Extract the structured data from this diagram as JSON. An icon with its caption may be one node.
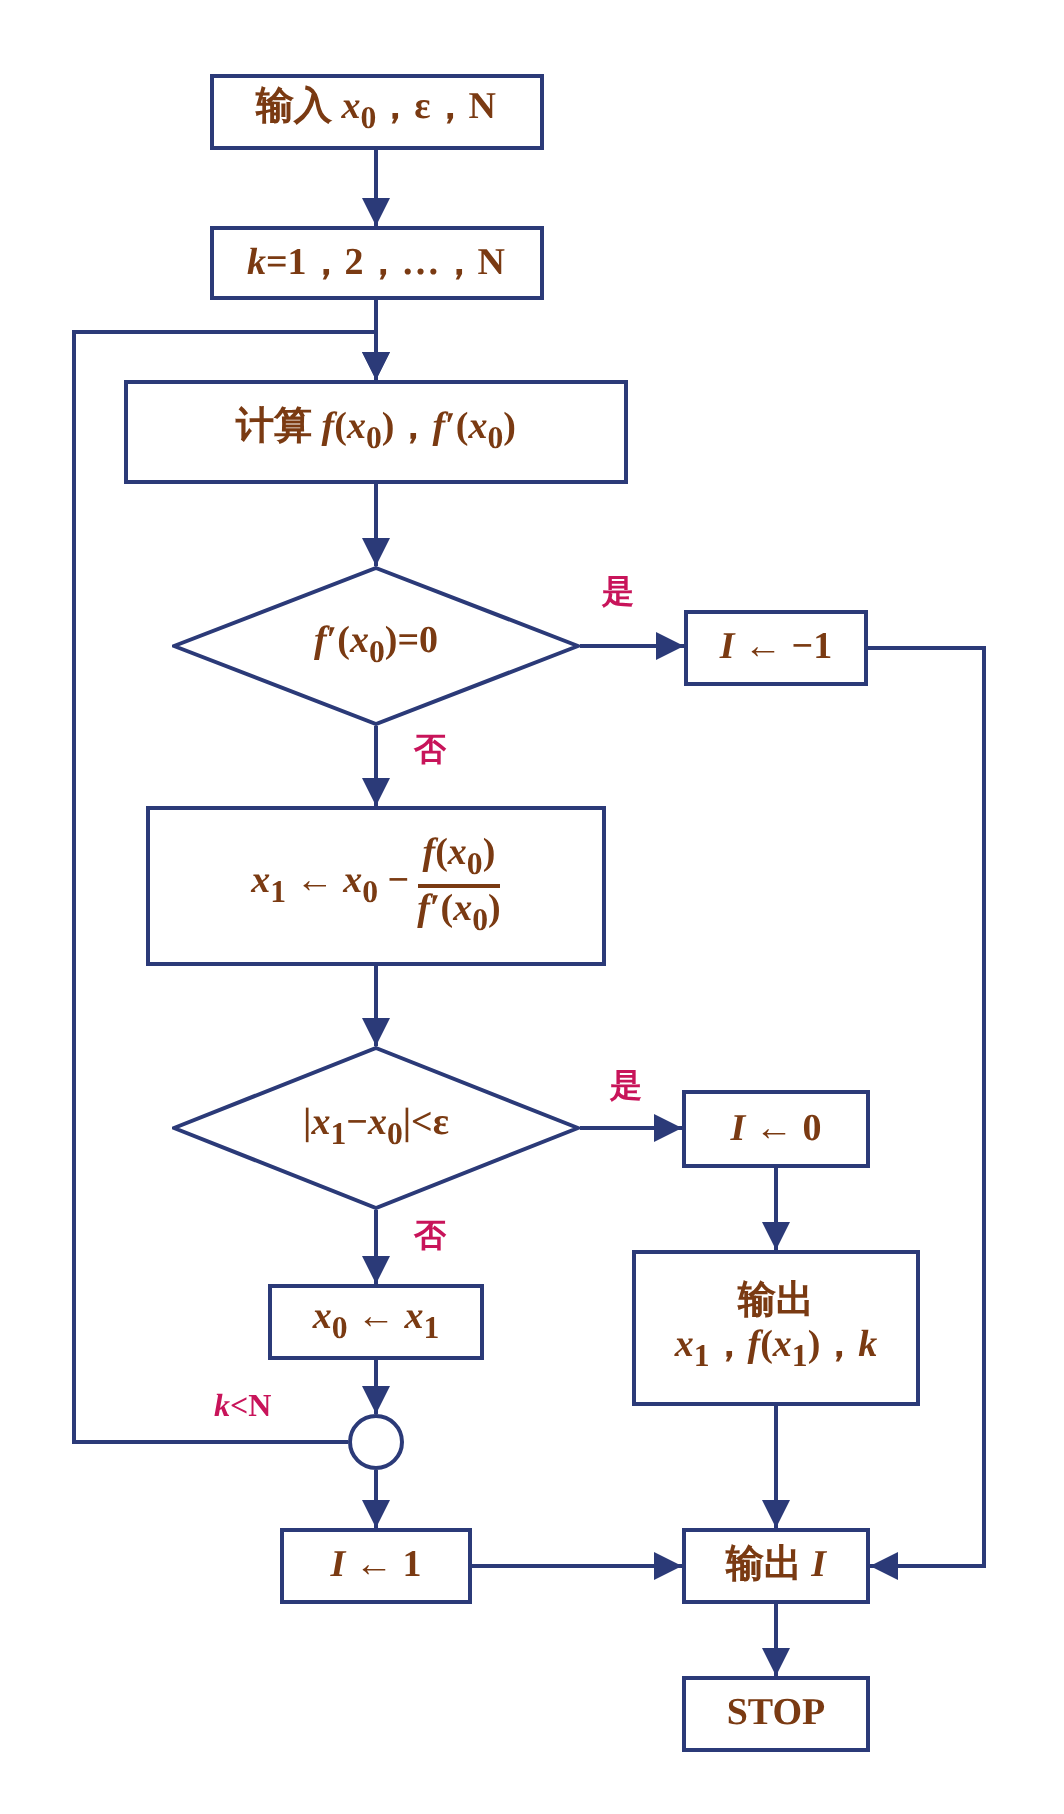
{
  "diagram": {
    "nodes": [
      {
        "text": [
          "输入 *x*$_{0}$，ε，N"
        ]
      },
      {
        "text": [
          "*k*=1，2，…，N"
        ]
      },
      {
        "text": [
          "计算 *f*(*x*$_{0}$)，*f*′(*x*$_{0}$)"
        ]
      },
      {
        "text": [
          "*f*′(*x*$_{0}$)=0"
        ]
      },
      {
        "text": [
          "*I* ← −1"
        ]
      },
      {
        "text": [
          "*x*$_{1}$ ← *x*$_{0}$ −",
          "*f*(*x*$_{0}$)",
          "*f*′(*x*$_{0}$)"
        ]
      },
      {
        "text": [
          "|*x*$_{1}$−*x*$_{0}$|<ε"
        ]
      },
      {
        "text": [
          "*I* ← 0"
        ]
      },
      {
        "text": [
          "*x*$_{0}$ ← *x*$_{1}$"
        ]
      },
      {
        "text": [
          "输出",
          "*x*$_{1}$，*f*(*x*$_{1}$)，*k*"
        ]
      },
      {
        "text": [],
        "shape": "circle"
      },
      {
        "text": [
          "*I* ← 1"
        ]
      },
      {
        "text": [
          "输出 *I*"
        ]
      },
      {
        "text": [
          "STOP"
        ]
      }
    ],
    "edges": [
      {
        "from": 0,
        "to": 1,
        "arrow": "to"
      },
      {
        "from": 1,
        "to": 2,
        "arrow": "to"
      },
      {
        "from": 2,
        "to": 3,
        "arrow": "to"
      },
      {
        "from": 3,
        "to": 4,
        "arrow": "to",
        "label": "是"
      },
      {
        "from": 3,
        "to": 5,
        "arrow": "to",
        "label": "否"
      },
      {
        "from": 4,
        "to": 12,
        "arrow": "to"
      },
      {
        "from": 5,
        "to": 6,
        "arrow": "to"
      },
      {
        "from": 6,
        "to": 7,
        "arrow": "to",
        "label": "是"
      },
      {
        "from": 6,
        "to": 8,
        "arrow": "to",
        "label": "否"
      },
      {
        "from": 7,
        "to": 9,
        "arrow": "to"
      },
      {
        "from": 8,
        "to": 10,
        "arrow": "to"
      },
      {
        "from": 10,
        "to": 2,
        "arrow": "to",
        "label": "*k*<N"
      },
      {
        "from": 10,
        "to": 11,
        "arrow": "to"
      },
      {
        "from": 11,
        "to": 12,
        "arrow": "to"
      },
      {
        "from": 9,
        "to": 12,
        "arrow": "to"
      },
      {
        "from": 12,
        "to": 13,
        "arrow": "to"
      }
    ]
  }
}
